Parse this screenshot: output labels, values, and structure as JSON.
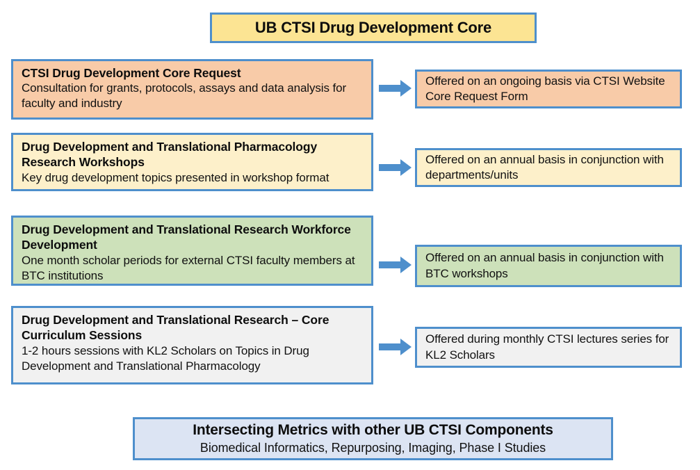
{
  "header": {
    "title": "UB CTSI Drug Development Core",
    "fill": "#FCE493",
    "border": "#4E8FCC"
  },
  "theme": {
    "border_blue": "#4E8FCC",
    "arrow_blue": "#4E8FCC",
    "peach": "#F8CBA8",
    "cream": "#FDF0CA",
    "green": "#CDE1BA",
    "gray": "#F1F1F1",
    "footer_blue": "#DCE4F3"
  },
  "rows": [
    {
      "program_title": "CTSI Drug Development Core Request",
      "program_desc": "Consultation for grants, protocols, assays and data analysis for faculty and industry",
      "note": "Offered on an ongoing basis via CTSI Website Core Request Form",
      "fill": "#F8CBA8",
      "arrow": "right-arrow-icon"
    },
    {
      "program_title": "Drug Development and Translational Pharmacology Research Workshops",
      "program_desc": "Key drug development topics presented in workshop format",
      "note": "Offered on an annual basis in conjunction with departments/units",
      "fill": "#FDF0CA",
      "arrow": "right-arrow-icon"
    },
    {
      "program_title": "Drug Development and Translational Research Workforce Development",
      "program_desc": "One month scholar periods for external CTSI faculty members at BTC institutions",
      "note": "Offered on an annual basis in conjunction with BTC workshops",
      "fill": "#CDE1BA",
      "arrow": "right-arrow-icon"
    },
    {
      "program_title": "Drug Development and Translational Research – Core Curriculum Sessions",
      "program_desc": "1-2 hours sessions with KL2 Scholars on Topics in Drug Development and Translational Pharmacology",
      "note": "Offered during monthly CTSI lectures series for KL2 Scholars",
      "fill": "#F1F1F1",
      "arrow": "right-arrow-icon"
    }
  ],
  "footer": {
    "title": "Intersecting Metrics with other UB CTSI Components",
    "subtitle": "Biomedical Informatics, Repurposing, Imaging, Phase I Studies",
    "fill": "#DCE4F3"
  }
}
